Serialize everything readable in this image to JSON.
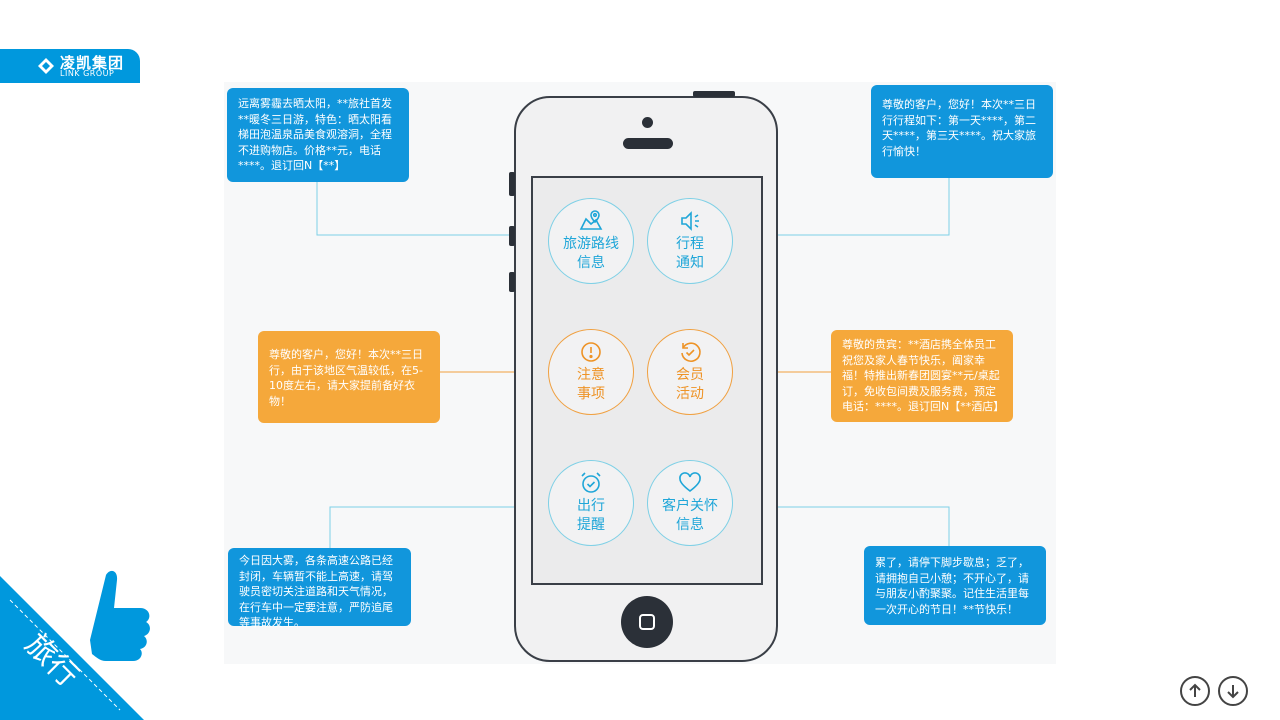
{
  "logo": {
    "name": "凌凯集团",
    "sub": "LINK GROUP"
  },
  "corner": {
    "label": "旅行"
  },
  "features": [
    {
      "label1": "旅游路线",
      "label2": "信息",
      "icon": "map-route-icon"
    },
    {
      "label1": "行程",
      "label2": "通知",
      "icon": "speaker-icon"
    },
    {
      "label1": "注意",
      "label2": "事项",
      "icon": "alert-icon"
    },
    {
      "label1": "会员",
      "label2": "活动",
      "icon": "refresh-check-icon"
    },
    {
      "label1": "出行",
      "label2": "提醒",
      "icon": "alarm-clock-icon"
    },
    {
      "label1": "客户关怀",
      "label2": "信息",
      "icon": "heart-icon"
    }
  ],
  "messages": {
    "route": "远离雾霾去晒太阳，**旅社首发**暖冬三日游，特色：晒太阳看梯田泡温泉品美食观溶洞，全程不进购物店。价格**元，电话****。退订回N【**】",
    "itinerary": "尊敬的客户，您好！本次**三日行行程如下：第一天****，第二天****，第三天****。祝大家旅行愉快！",
    "notice": "尊敬的客户，您好！本次**三日行，由于该地区气温较低，在5-10度左右，请大家提前备好衣物！",
    "member": "尊敬的贵宾：**酒店携全体员工祝您及家人春节快乐，阖家幸福！特推出新春团圆宴**元/桌起订，免收包间费及服务费，预定电话：****。退订回N【**酒店】",
    "reminder": "今日因大雾，各条高速公路已经封闭，车辆暂不能上高速，请驾驶员密切关注道路和天气情况，在行车中一定要注意，严防追尾等事故发生。",
    "care": "累了，请停下脚步歇息；乏了，请拥抱自己小憩；不开心了，请与朋友小酌聚聚。记住生活里每一次开心的节日！**节快乐！"
  },
  "colors": {
    "brand_blue": "#0098dd",
    "callout_blue": "#1196dc",
    "callout_orange": "#f5a83b",
    "circle_blue": "#1fa6d8",
    "circle_orange": "#ee9326"
  },
  "nav": {
    "up_icon": "arrow-up-circle-icon",
    "down_icon": "arrow-down-circle-icon"
  }
}
